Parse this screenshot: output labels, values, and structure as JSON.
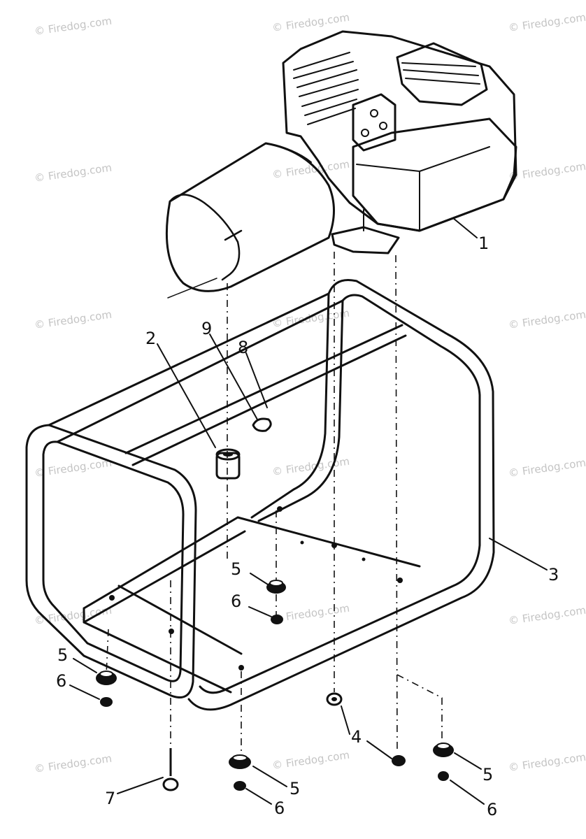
{
  "watermark": "© Firedog.com",
  "callouts": [
    "1",
    "2",
    "3",
    "4",
    "5",
    "6",
    "7",
    "8",
    "9"
  ],
  "colors": {
    "ink": "#111111",
    "background": "#ffffff",
    "watermark": "#c4c4c4"
  }
}
